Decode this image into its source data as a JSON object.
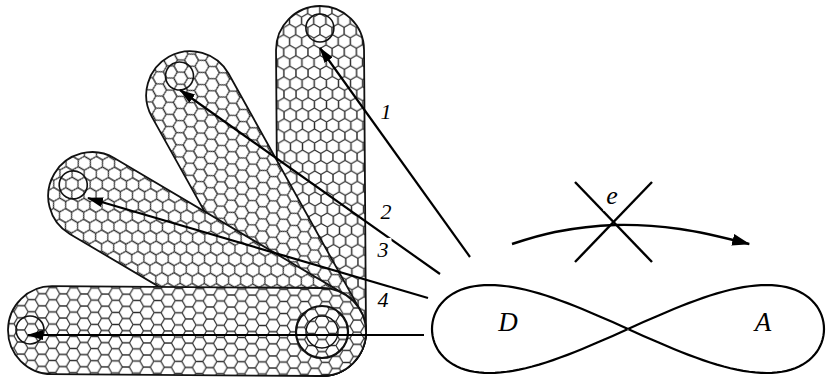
{
  "diagram": {
    "nodes": [
      {
        "text": [
          "D"
        ]
      },
      {
        "text": [
          "A"
        ]
      }
    ],
    "edges": [
      {
        "from": 0,
        "to": 1,
        "arrow": "to",
        "label": "e"
      }
    ],
    "labels": [
      "1",
      "2",
      "3",
      "4"
    ]
  }
}
